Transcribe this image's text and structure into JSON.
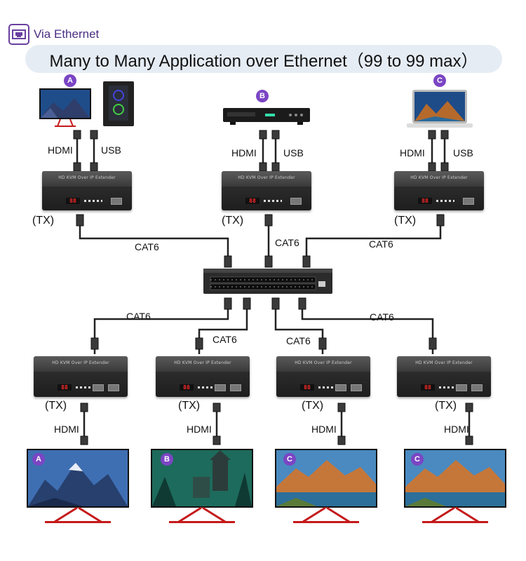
{
  "header": {
    "tag": "Via Ethernet",
    "icon": "ethernet-port-icon",
    "title": "Many to Many Application over Ethernet（99 to 99 max）"
  },
  "sources": [
    {
      "badge": "A",
      "device": "monitor-and-pc-tower",
      "labels": {
        "hdmi": "HDMI",
        "usb": "USB"
      },
      "tx": "(TX)"
    },
    {
      "badge": "B",
      "device": "dvd-player",
      "labels": {
        "hdmi": "HDMI",
        "usb": "USB"
      },
      "tx": "(TX)"
    },
    {
      "badge": "C",
      "device": "laptop",
      "labels": {
        "hdmi": "HDMI",
        "usb": "USB"
      },
      "tx": "(TX)"
    }
  ],
  "upper_links": [
    "CAT6",
    "CAT6",
    "CAT6"
  ],
  "lower_links": [
    "CAT6",
    "CAT6",
    "CAT6",
    "CAT6"
  ],
  "receivers": [
    {
      "tx": "(TX)",
      "hdmi": "HDMI",
      "display_badge": "A",
      "scene": "blue-mountains"
    },
    {
      "tx": "(TX)",
      "hdmi": "HDMI",
      "display_badge": "B",
      "scene": "teal-forest-castle"
    },
    {
      "tx": "(TX)",
      "hdmi": "HDMI",
      "display_badge": "C",
      "scene": "lake-mountains-sunset"
    },
    {
      "tx": "(TX)",
      "hdmi": "HDMI",
      "display_badge": "C",
      "scene": "lake-mountains-sunset"
    }
  ],
  "extender_text": "HD KVM Over IP Extender",
  "extender_display": "88",
  "colors": {
    "accent": "#7b45c4",
    "banner": "#e6ecf4",
    "cable": "#222222",
    "screen_red_stand": "#c41a1a"
  }
}
